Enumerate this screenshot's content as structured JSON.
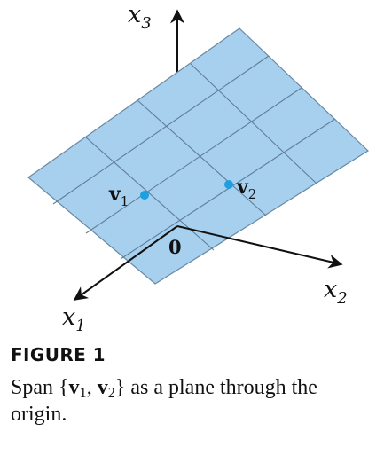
{
  "figure": {
    "label": "FIGURE 1",
    "caption": {
      "prefix": "Span {",
      "v1_bold": "v",
      "v1_sub": "1",
      "separator": ", ",
      "v2_bold": "v",
      "v2_sub": "2",
      "suffix": "} as a plane through the origin."
    }
  },
  "diagram": {
    "axes": {
      "x1": {
        "name": "x",
        "sub": "1"
      },
      "x2": {
        "name": "x",
        "sub": "2"
      },
      "x3": {
        "name": "x",
        "sub": "3"
      }
    },
    "origin_label": "0",
    "vectors": {
      "v1": {
        "name": "v",
        "sub": "1"
      },
      "v2": {
        "name": "v",
        "sub": "2"
      }
    },
    "colors": {
      "plane_fill": "#a7cfee",
      "plane_grid": "#5f7f99",
      "axis": "#111111",
      "point": "#1e9fe0"
    }
  }
}
